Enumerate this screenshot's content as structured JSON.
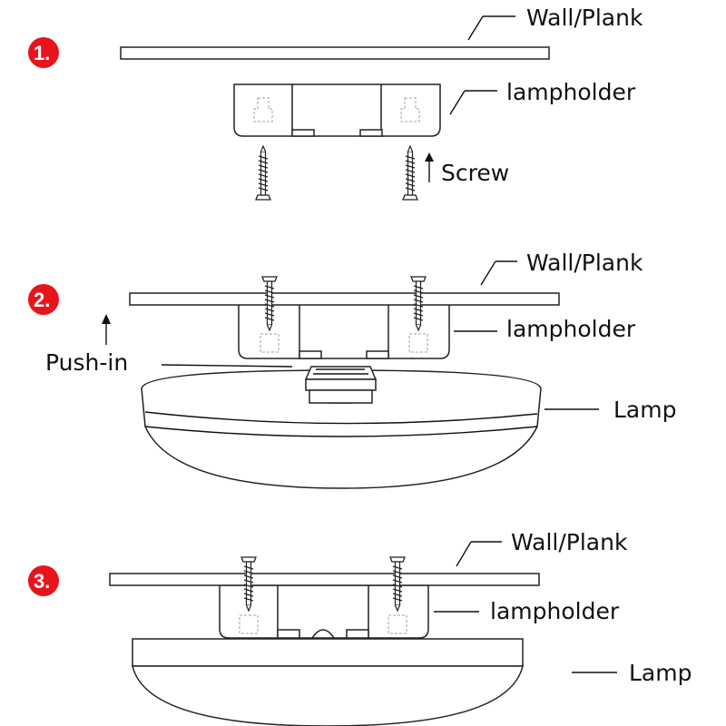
{
  "colors": {
    "step_badge": "#e8141c",
    "line": "#111111"
  },
  "steps": [
    {
      "number": "1.",
      "labels": {
        "wall": "Wall/Plank",
        "holder": "lampholder",
        "screw": "Screw"
      }
    },
    {
      "number": "2.",
      "labels": {
        "wall": "Wall/Plank",
        "holder": "lampholder",
        "push": "Push-in",
        "lamp": "Lamp"
      }
    },
    {
      "number": "3.",
      "labels": {
        "wall": "Wall/Plank",
        "holder": "lampholder",
        "lamp": "Lamp"
      }
    }
  ]
}
